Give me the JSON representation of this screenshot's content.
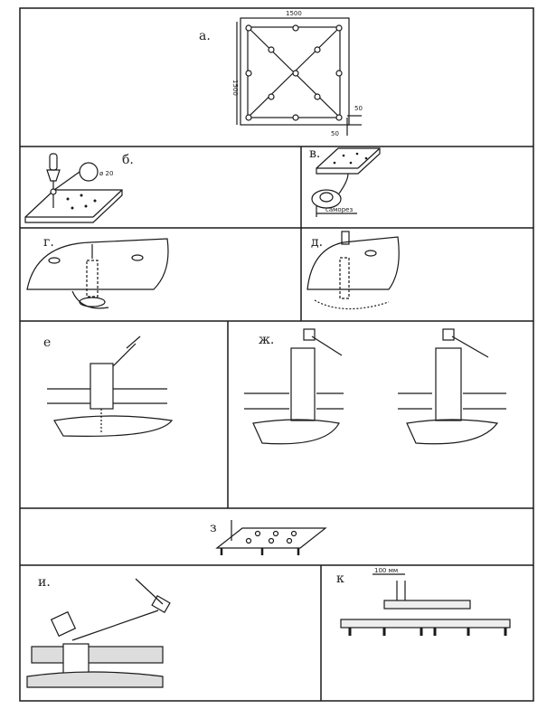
{
  "panels": {
    "a": {
      "label": "а.",
      "dim_width": "1500",
      "dim_height": "1500",
      "dim_offset_x": "50",
      "dim_offset_y": "50"
    },
    "b": {
      "label": "б.",
      "detail_note": "ø 20"
    },
    "v": {
      "label": "в.",
      "callout": "саморез"
    },
    "g": {
      "label": "г."
    },
    "d": {
      "label": "д."
    },
    "e": {
      "label": "е"
    },
    "zh": {
      "label": "ж."
    },
    "z": {
      "label": "з"
    },
    "i": {
      "label": "и."
    },
    "k": {
      "label": "к",
      "dim": "100 мм"
    }
  },
  "colors": {
    "ink": "#1a1a1a",
    "paper": "#ffffff"
  }
}
